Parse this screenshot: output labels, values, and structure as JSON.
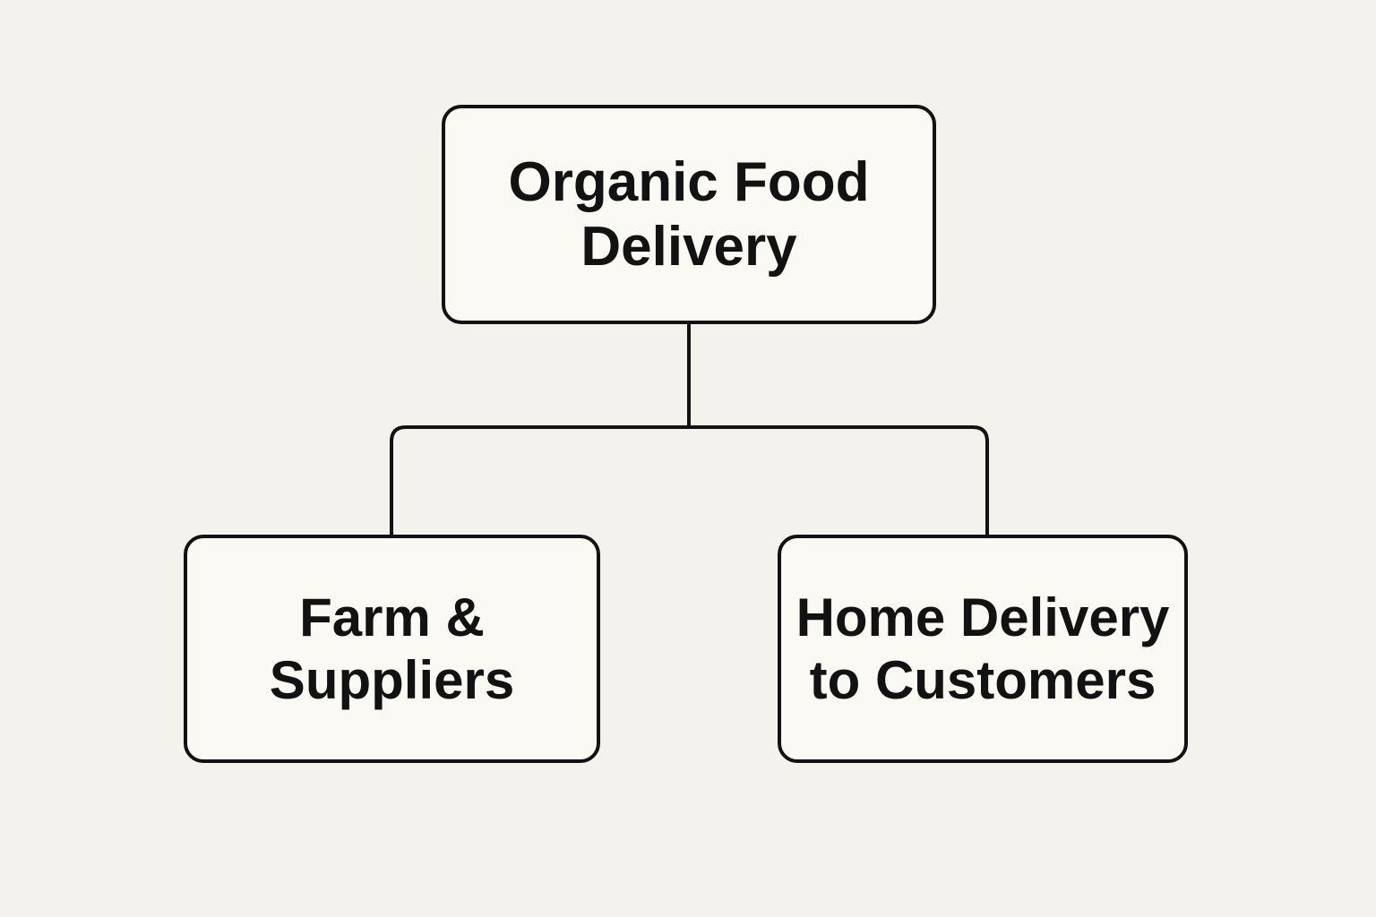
{
  "diagram": {
    "type": "flowchart",
    "nodes": [
      {
        "id": "organic-food-delivery",
        "label": "Organic Food Delivery",
        "lines": [
          "Organic Food",
          "Delivery"
        ]
      },
      {
        "id": "farm-suppliers",
        "label": "Farm & Suppliers",
        "lines": [
          "Farm &",
          "Suppliers"
        ]
      },
      {
        "id": "home-delivery-to-customers",
        "label": "Home Delivery to Customers",
        "lines": [
          "Home Delivery",
          "to Customers"
        ]
      }
    ],
    "edges": [
      {
        "from": "organic-food-delivery",
        "to": "farm-suppliers"
      },
      {
        "from": "organic-food-delivery",
        "to": "home-delivery-to-customers"
      }
    ],
    "colors": {
      "background": "#f4f2ec",
      "node_fill": "#faf9f4",
      "stroke": "#121212",
      "text": "#121212"
    }
  }
}
